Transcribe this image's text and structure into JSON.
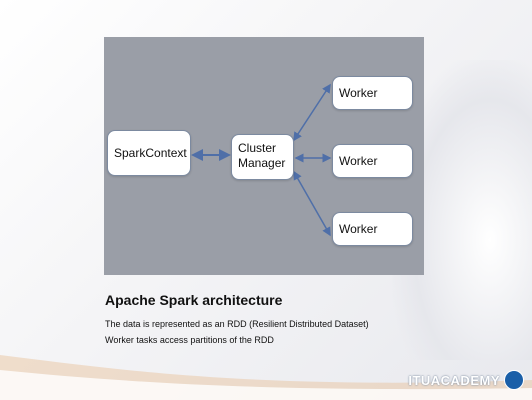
{
  "diagram": {
    "spark_context": "SparkContext",
    "cluster_manager": [
      "Cluster",
      "Manager"
    ],
    "workers": [
      "Worker",
      "Worker",
      "Worker"
    ]
  },
  "caption": {
    "title": "Apache Spark architecture",
    "line1": "The data is represented as an RDD (Resilient Distributed Dataset)",
    "line2": "Worker tasks access partitions of the RDD"
  },
  "branding": {
    "logo_text": "ITUACADEMY",
    "logo_icon": "itu-globe-icon"
  },
  "colors": {
    "panel": "#9a9ea7",
    "arrow": "#4f6fa8",
    "brand": "#1a5fa8"
  }
}
